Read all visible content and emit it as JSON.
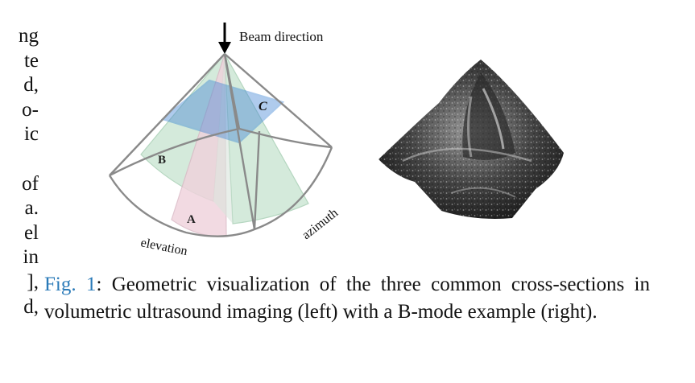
{
  "left_column_fragments": [
    "ng",
    "te",
    "d,",
    "o-",
    "ic",
    "",
    "of",
    "a.",
    "el",
    "in",
    "],",
    "d,"
  ],
  "figure": {
    "beam_label": "Beam direction",
    "label_a": "A",
    "label_b": "B",
    "label_c": "C",
    "elevation_label": "elevation",
    "azimuth_label": "azimuth"
  },
  "caption": {
    "label": "Fig. 1",
    "text": ": Geometric visualization of the three common cross-sections in volumetric ultrasound imaging (left) with a B-mode example (right)."
  },
  "colors": {
    "caption_label": "#2a7ab8",
    "plane_a": "#f0d2dc",
    "plane_b": "#c6e4cf",
    "plane_c": "#3a7fd4",
    "outline": "#8a8a8a"
  }
}
